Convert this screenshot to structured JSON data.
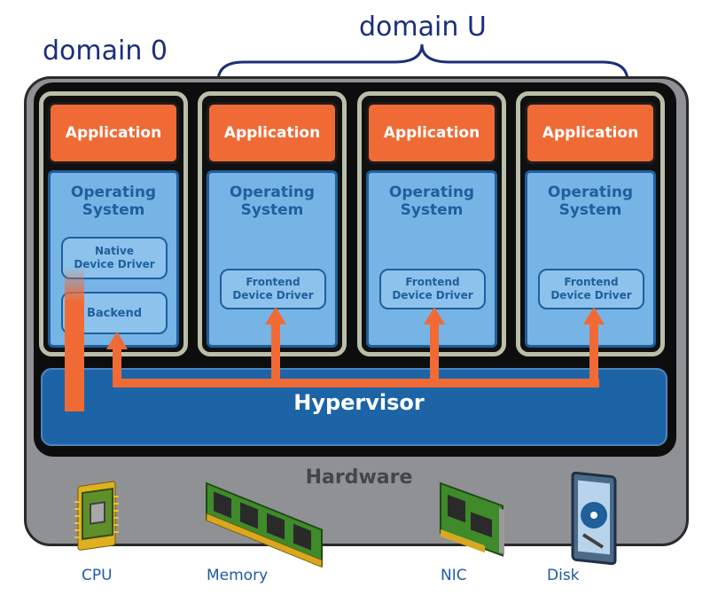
{
  "labels": {
    "domain0": "domain 0",
    "domainU": "domain U"
  },
  "domains": [
    {
      "application": "Application",
      "os": "Operating\nSystem",
      "drivers": [
        "Native\nDevice Driver",
        "Backend"
      ]
    },
    {
      "application": "Application",
      "os": "Operating\nSystem",
      "drivers": [
        "Frontend\nDevice Driver"
      ]
    },
    {
      "application": "Application",
      "os": "Operating\nSystem",
      "drivers": [
        "Frontend\nDevice Driver"
      ]
    },
    {
      "application": "Application",
      "os": "Operating\nSystem",
      "drivers": [
        "Frontend\nDevice Driver"
      ]
    }
  ],
  "hypervisor": "Hypervisor",
  "hardware": {
    "label": "Hardware",
    "devices": [
      {
        "label": "CPU",
        "icon": "cpu-chip-icon"
      },
      {
        "label": "Memory",
        "icon": "memory-module-icon"
      },
      {
        "label": "NIC",
        "icon": "network-card-icon"
      },
      {
        "label": "Disk",
        "icon": "disk-drive-icon"
      }
    ]
  },
  "colors": {
    "application": "#f06a36",
    "os": "#77b4e6",
    "hypervisor": "#1d64a6",
    "arrows": "#f06a36",
    "domain_text": "#1a2e7a"
  }
}
